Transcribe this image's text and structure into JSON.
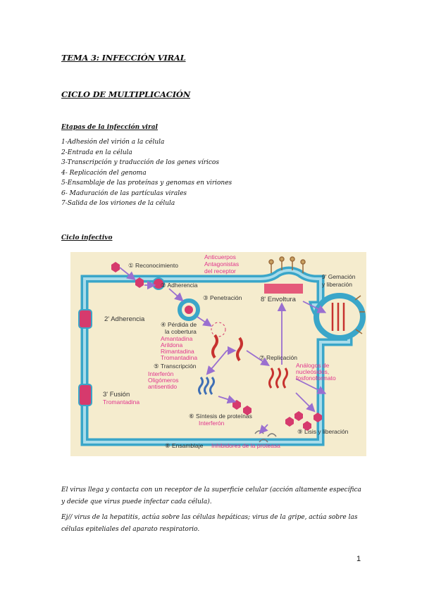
{
  "title": "TEMA 3: INFECCIÓN VIRAL",
  "subtitle": "CICLO DE MULTIPLICACIÓN",
  "stages_heading": "Etapas de la infección viral",
  "stages": [
    "1-Adhesión del virión a la célula",
    "2-Entrada en la célula",
    "3-Transcripción y traducción de los genes víricos",
    "4- Replicación del genoma",
    "5-Ensamblaje de las proteínas y genomas en viriones",
    "6- Maduración de las partículas virales",
    "7-Salida de los viriones de la célula"
  ],
  "cycle_heading": "Ciclo infectivo",
  "diagram": {
    "labels": {
      "reconocimiento": "① Reconocimiento",
      "anticuerpos": "Anticuerpos",
      "antagonistas": "Antagonistas",
      "del_receptor": "del receptor",
      "adherencia": "② Adherencia",
      "penetracion": "③ Penetración",
      "envoltura": "8' Envoltura",
      "gemacion": "9' Gemación",
      "y_liberacion": "y liberación",
      "adherencia2": "2' Adherencia",
      "perdida": "④ Pérdida de",
      "cobertura": "la cobertura",
      "amantadina": "Amantadina",
      "arildona": "Arildona",
      "rimantadina": "Rimantadina",
      "tromantadina": "Tromantadina",
      "replicacion": "⑦ Replicación",
      "analogos": "Análogos de",
      "nucleosidos": "nucleósidos,",
      "foscarnet": "fosfonoformato",
      "transcripcion": "⑤ Transcripción",
      "interferon": "Interferón",
      "oligomeros": "Oligómeros",
      "antisentido": "antisentido",
      "fusion": "3' Fusión",
      "tromantadina2": "Tromantadina",
      "sintesis": "⑥ Síntesis de proteínas",
      "interferon2": "Interferón",
      "lisis": "⑨ Lisis y liberación",
      "ensamblaje": "⑧ Ensamblaje",
      "inhibidores": "Inhibidores de la proteasa"
    },
    "colors": {
      "background": "#f5ecce",
      "membrane": "#3aa6c9",
      "membrane_light": "#a9dcea",
      "drug_text": "#e0348c",
      "label_text": "#333333",
      "virus": "#d63a6d",
      "arrow": "#9a6fd0",
      "dna": "#c7322f"
    }
  },
  "paragraphs": [
    "El virus llega y contacta con un receptor de la superficie celular (acción altamente específica y decide que virus puede infectar cada célula).",
    "Ej// virus de la hepatitis, actúa sobre las células hepáticas; virus de la gripe, actúa sobre las células epiteliales del aparato respiratorio."
  ],
  "page_number": "1"
}
